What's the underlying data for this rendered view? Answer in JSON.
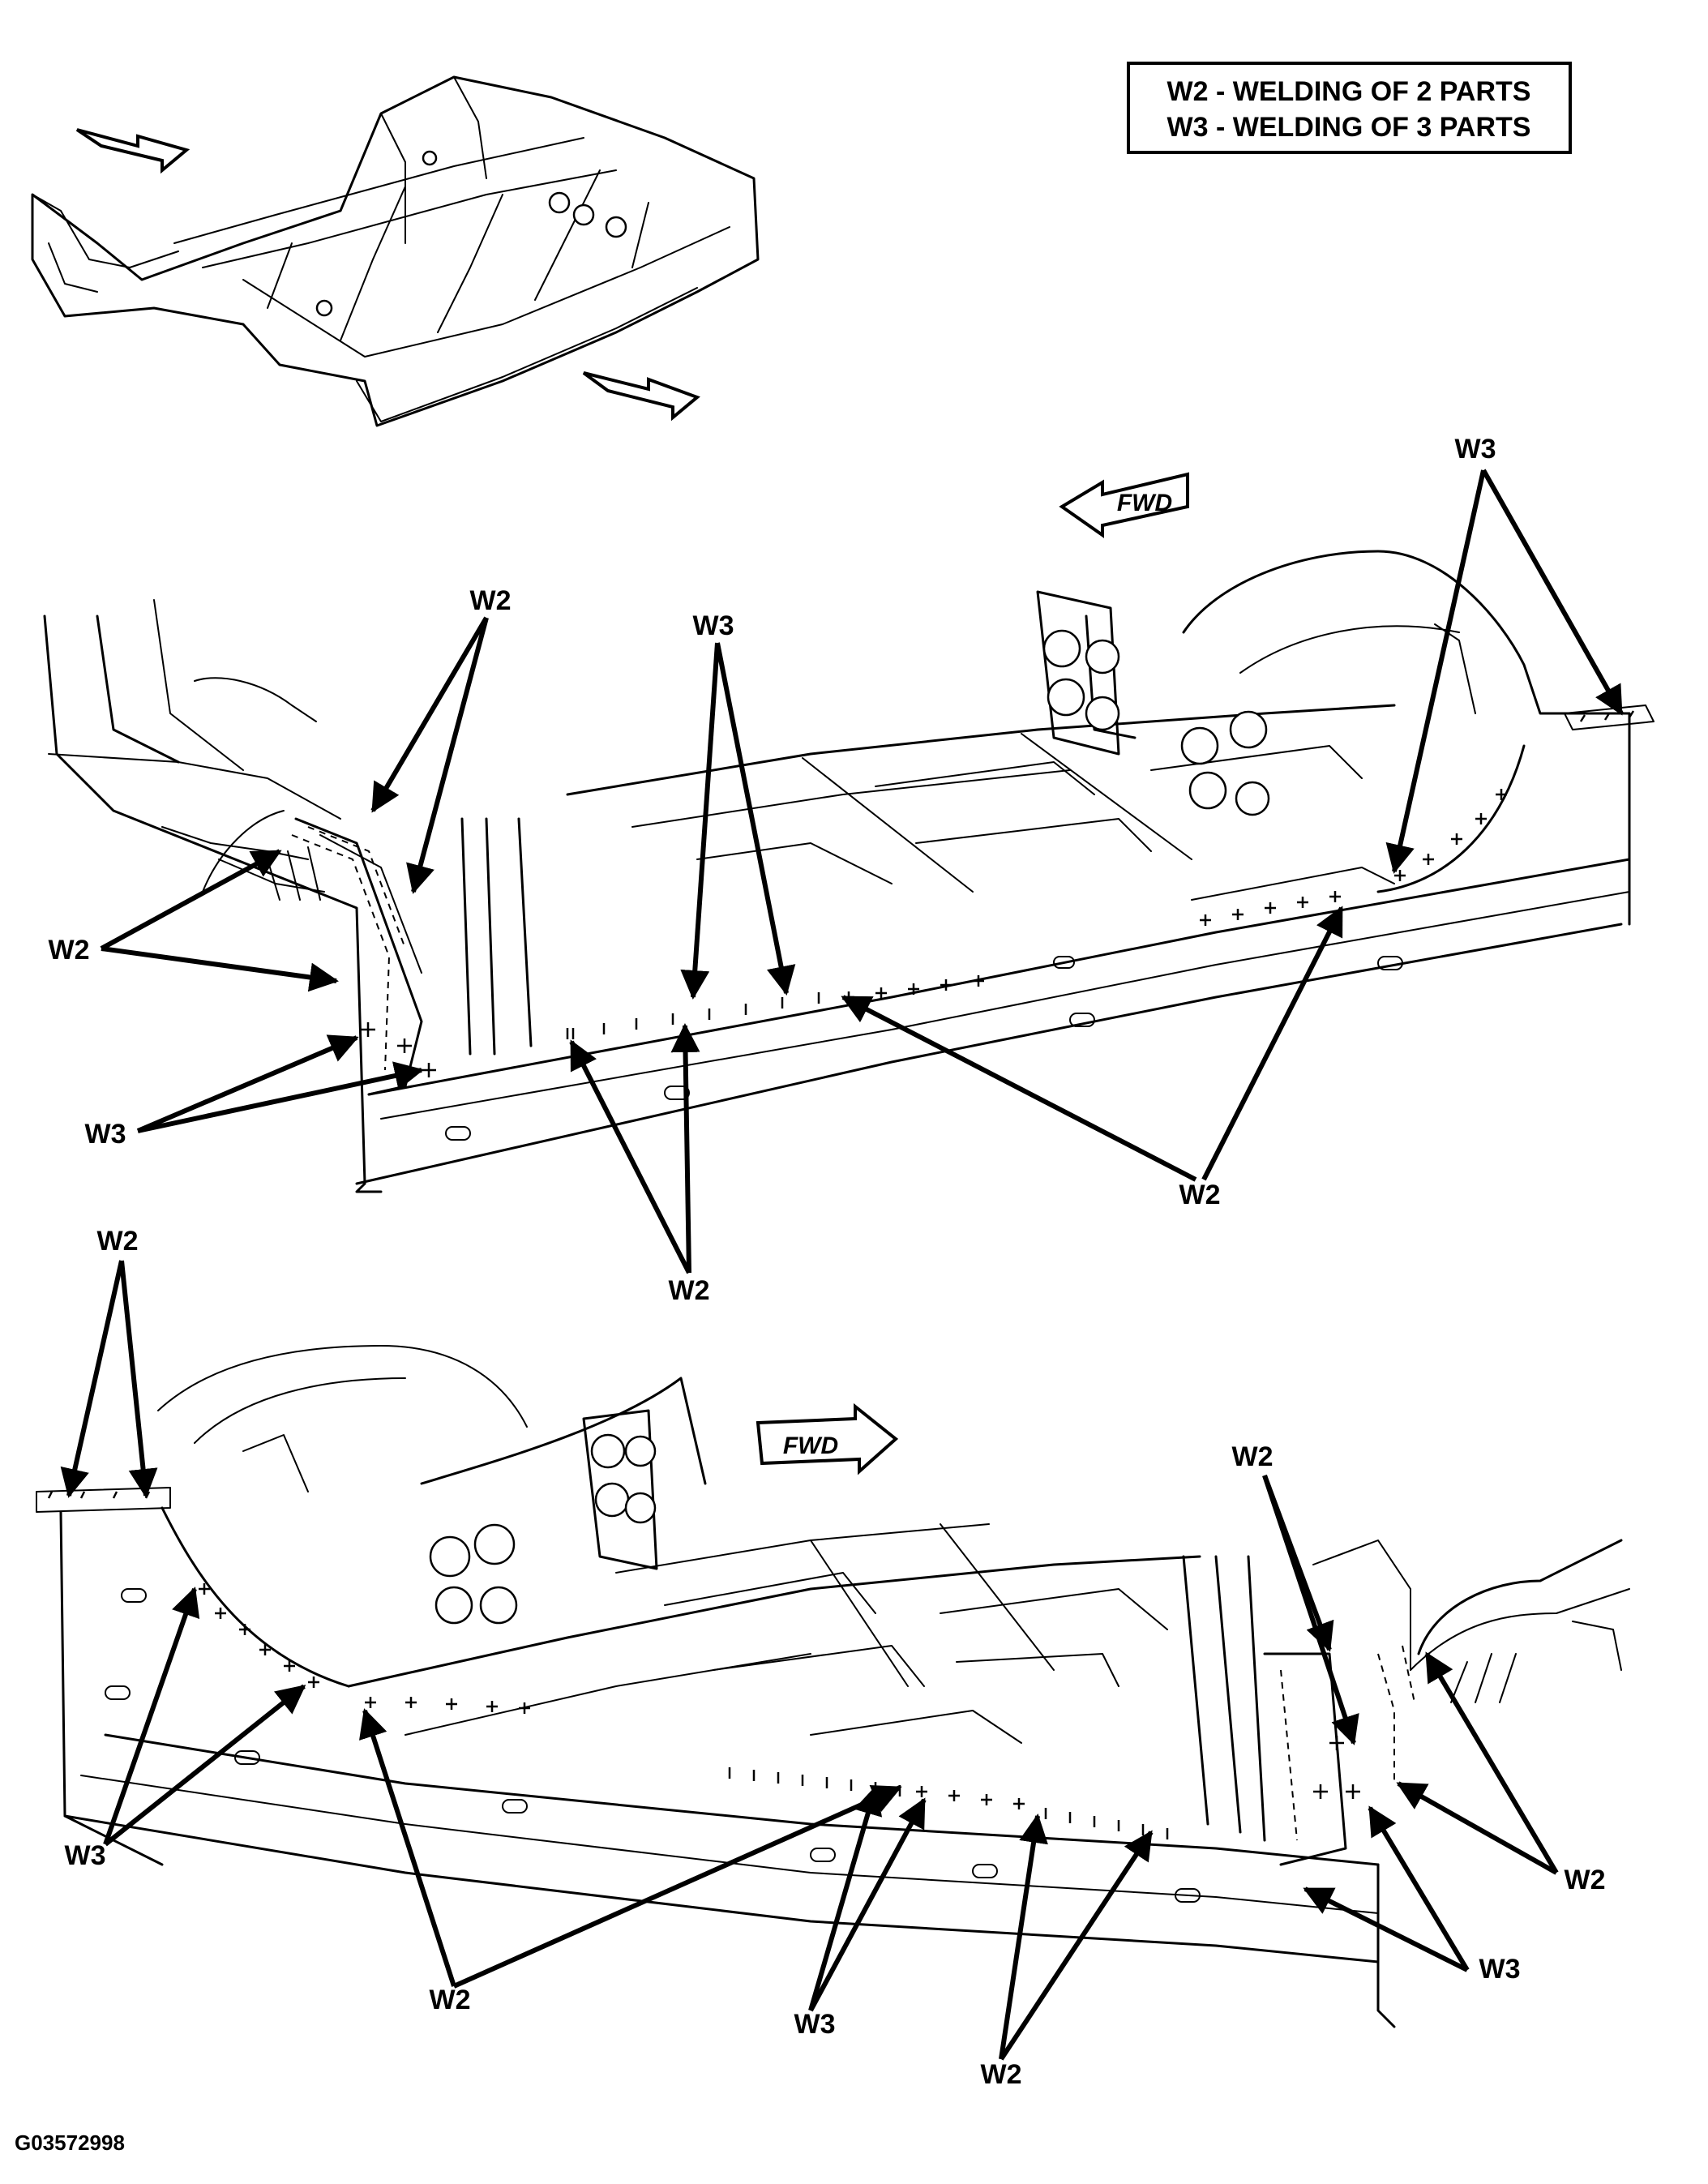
{
  "legend": {
    "w2": "W2 - WELDING OF 2 PARTS",
    "w3": "W3 - WELDING OF 3 PARTS"
  },
  "direction_labels": {
    "upper": "FWD",
    "lower": "FWD"
  },
  "callouts": {
    "W2": "W2",
    "W3": "W3"
  },
  "figure_id": "G03572998",
  "colors": {
    "ink": "#000000",
    "paper": "#ffffff",
    "arrow_fill": "#ffffff"
  },
  "icons": {
    "direction_arrow": "block-arrow-icon",
    "callout_pointer": "arrowhead-icon",
    "weld_mark": "plus-icon"
  }
}
